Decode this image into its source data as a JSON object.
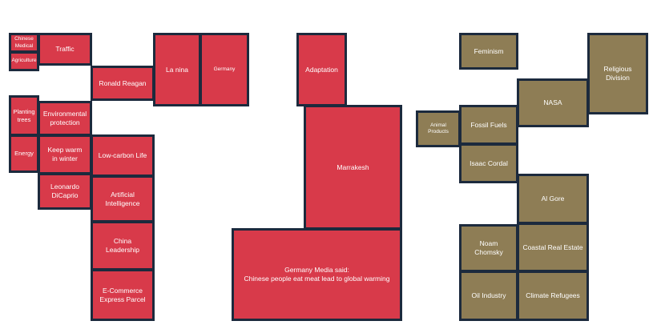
{
  "colors": {
    "red": "#d83a4a",
    "tan": "#8e7d55",
    "border": "#1c2a3d"
  },
  "tiles": {
    "chinese_medical": "Chinese\nMedical",
    "agriculture": "Agriculture",
    "traffic": "Traffic",
    "ronald_reagan": "Ronald Reagan",
    "la_nina": "La nina",
    "germany": "Germany",
    "planting_trees": "Planting\ntrees",
    "energy": "Energy",
    "environmental_protection": "Environmental\nprotection",
    "keep_warm": "Keep warm\nin winter",
    "leonardo_dicaprio": "Leonardo\nDiCaprio",
    "low_carbon_life": "Low-carbon Life",
    "artificial_intelligence": "Artificial Intelligence",
    "china_leadership": "China\nLeadership",
    "ecommerce_express": "E-Commerce\nExpress Parcel",
    "adaptation": "Adaptation",
    "marrakesh": "Marrakesh",
    "germany_media": "Germany Media said:\nChinese people eat meat lead to global warming",
    "feminism": "Feminism",
    "religious_division": "Religious Division",
    "nasa": "NASA",
    "animal_products": "Animal Products",
    "fossil_fuels": "Fossil Fuels",
    "isaac_cordal": "Isaac Cordal",
    "al_gore": "Al Gore",
    "noam_chomsky": "Noam Chomsky",
    "coastal_real_estate": "Coastal Real Estate",
    "oil_industry": "Oil Industry",
    "climate_refugees": "Climate Refugees"
  }
}
